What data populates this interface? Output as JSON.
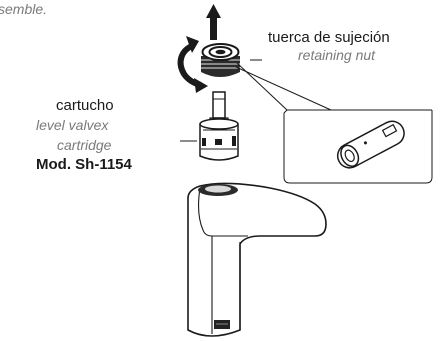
{
  "step_caption": "semble.",
  "labels": {
    "nut_es": "tuerca de sujeción",
    "nut_en": "retaining nut",
    "cartridge_es": "cartucho",
    "cartridge_en_1": "level valvex",
    "cartridge_en_2": "cartridge",
    "model": "Mod. Sh-1154"
  },
  "colors": {
    "line": "#1a1a1a",
    "grey_text": "#7a7a7a",
    "dark_part": "#222222",
    "highlight": "#d9d9d9"
  }
}
